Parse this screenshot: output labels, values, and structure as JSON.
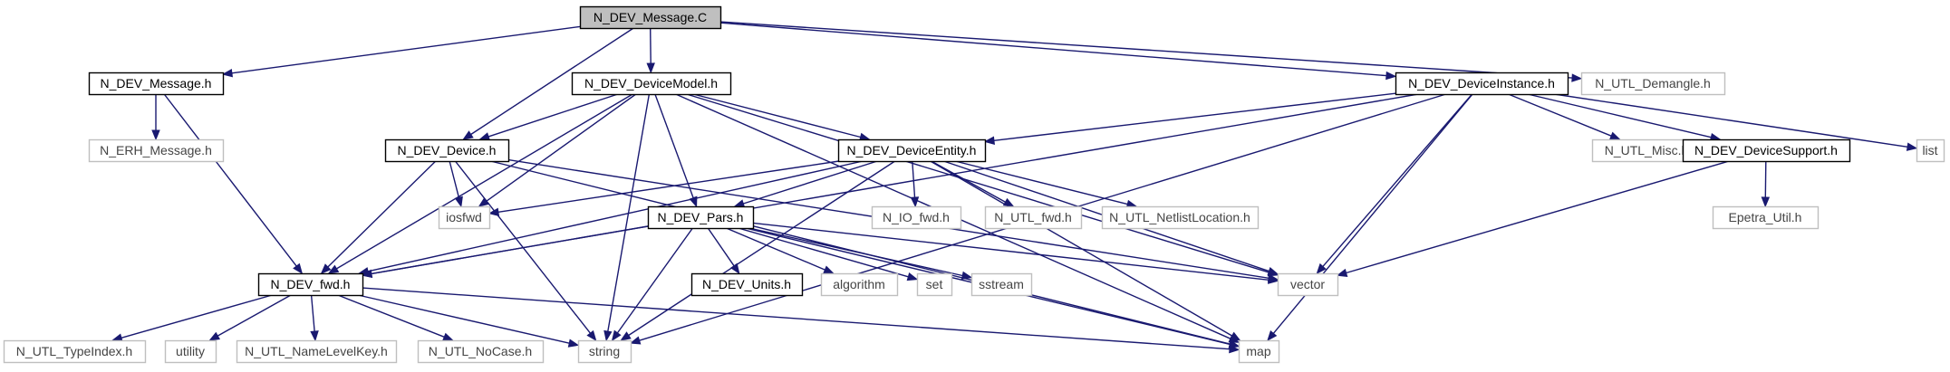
{
  "graph": {
    "nodes": [
      {
        "id": "N_DEV_Message_C",
        "label": "N_DEV_Message.C",
        "kind": "root"
      },
      {
        "id": "N_DEV_Message_h",
        "label": "N_DEV_Message.h",
        "kind": "doc"
      },
      {
        "id": "N_DEV_DeviceModel_h",
        "label": "N_DEV_DeviceModel.h",
        "kind": "doc"
      },
      {
        "id": "N_DEV_DeviceInstance_h",
        "label": "N_DEV_DeviceInstance.h",
        "kind": "doc"
      },
      {
        "id": "N_UTL_Demangle_h",
        "label": "N_UTL_Demangle.h",
        "kind": "sys"
      },
      {
        "id": "N_ERH_Message_h",
        "label": "N_ERH_Message.h",
        "kind": "sys"
      },
      {
        "id": "N_DEV_Device_h",
        "label": "N_DEV_Device.h",
        "kind": "doc"
      },
      {
        "id": "N_DEV_DeviceEntity_h",
        "label": "N_DEV_DeviceEntity.h",
        "kind": "doc"
      },
      {
        "id": "N_UTL_Misc_h",
        "label": "N_UTL_Misc.h",
        "kind": "sys"
      },
      {
        "id": "N_DEV_DeviceSupport_h",
        "label": "N_DEV_DeviceSupport.h",
        "kind": "doc"
      },
      {
        "id": "list",
        "label": "list",
        "kind": "sys"
      },
      {
        "id": "iosfwd",
        "label": "iosfwd",
        "kind": "sys"
      },
      {
        "id": "N_DEV_Pars_h",
        "label": "N_DEV_Pars.h",
        "kind": "doc"
      },
      {
        "id": "N_IO_fwd_h",
        "label": "N_IO_fwd.h",
        "kind": "sys"
      },
      {
        "id": "N_UTL_fwd_h",
        "label": "N_UTL_fwd.h",
        "kind": "sys"
      },
      {
        "id": "N_UTL_NetlistLocation_h",
        "label": "N_UTL_NetlistLocation.h",
        "kind": "sys"
      },
      {
        "id": "Epetra_Util_h",
        "label": "Epetra_Util.h",
        "kind": "sys"
      },
      {
        "id": "N_DEV_fwd_h",
        "label": "N_DEV_fwd.h",
        "kind": "doc"
      },
      {
        "id": "N_DEV_Units_h",
        "label": "N_DEV_Units.h",
        "kind": "doc"
      },
      {
        "id": "algorithm",
        "label": "algorithm",
        "kind": "sys"
      },
      {
        "id": "set",
        "label": "set",
        "kind": "sys"
      },
      {
        "id": "sstream",
        "label": "sstream",
        "kind": "sys"
      },
      {
        "id": "vector",
        "label": "vector",
        "kind": "sys"
      },
      {
        "id": "N_UTL_TypeIndex_h",
        "label": "N_UTL_TypeIndex.h",
        "kind": "sys"
      },
      {
        "id": "utility",
        "label": "utility",
        "kind": "sys"
      },
      {
        "id": "N_UTL_NameLevelKey_h",
        "label": "N_UTL_NameLevelKey.h",
        "kind": "sys"
      },
      {
        "id": "N_UTL_NoCase_h",
        "label": "N_UTL_NoCase.h",
        "kind": "sys"
      },
      {
        "id": "string",
        "label": "string",
        "kind": "sys"
      },
      {
        "id": "map",
        "label": "map",
        "kind": "sys"
      }
    ],
    "edges": [
      [
        "N_DEV_Message_C",
        "N_DEV_Message_h"
      ],
      [
        "N_DEV_Message_C",
        "N_DEV_DeviceModel_h"
      ],
      [
        "N_DEV_Message_C",
        "N_DEV_Device_h"
      ],
      [
        "N_DEV_Message_C",
        "N_DEV_DeviceInstance_h"
      ],
      [
        "N_DEV_Message_C",
        "N_UTL_Demangle_h"
      ],
      [
        "N_DEV_Message_h",
        "N_ERH_Message_h"
      ],
      [
        "N_DEV_Message_h",
        "N_DEV_fwd_h"
      ],
      [
        "N_DEV_DeviceModel_h",
        "N_DEV_Device_h"
      ],
      [
        "N_DEV_DeviceModel_h",
        "N_DEV_DeviceEntity_h"
      ],
      [
        "N_DEV_DeviceModel_h",
        "N_DEV_fwd_h"
      ],
      [
        "N_DEV_DeviceModel_h",
        "iosfwd"
      ],
      [
        "N_DEV_DeviceModel_h",
        "N_DEV_Pars_h"
      ],
      [
        "N_DEV_DeviceModel_h",
        "string"
      ],
      [
        "N_DEV_DeviceModel_h",
        "vector"
      ],
      [
        "N_DEV_DeviceModel_h",
        "map"
      ],
      [
        "N_DEV_DeviceInstance_h",
        "N_DEV_DeviceEntity_h"
      ],
      [
        "N_DEV_DeviceInstance_h",
        "N_DEV_fwd_h"
      ],
      [
        "N_DEV_DeviceInstance_h",
        "N_UTL_Misc_h"
      ],
      [
        "N_DEV_DeviceInstance_h",
        "N_DEV_DeviceSupport_h"
      ],
      [
        "N_DEV_DeviceInstance_h",
        "list"
      ],
      [
        "N_DEV_DeviceInstance_h",
        "vector"
      ],
      [
        "N_DEV_DeviceInstance_h",
        "string"
      ],
      [
        "N_DEV_DeviceInstance_h",
        "map"
      ],
      [
        "N_DEV_Device_h",
        "iosfwd"
      ],
      [
        "N_DEV_Device_h",
        "N_DEV_fwd_h"
      ],
      [
        "N_DEV_Device_h",
        "string"
      ],
      [
        "N_DEV_Device_h",
        "vector"
      ],
      [
        "N_DEV_Device_h",
        "map"
      ],
      [
        "N_DEV_DeviceEntity_h",
        "iosfwd"
      ],
      [
        "N_DEV_DeviceEntity_h",
        "N_DEV_fwd_h"
      ],
      [
        "N_DEV_DeviceEntity_h",
        "N_DEV_Pars_h"
      ],
      [
        "N_DEV_DeviceEntity_h",
        "N_IO_fwd_h"
      ],
      [
        "N_DEV_DeviceEntity_h",
        "N_UTL_fwd_h"
      ],
      [
        "N_DEV_DeviceEntity_h",
        "N_UTL_NetlistLocation_h"
      ],
      [
        "N_DEV_DeviceEntity_h",
        "vector"
      ],
      [
        "N_DEV_DeviceEntity_h",
        "string"
      ],
      [
        "N_DEV_DeviceEntity_h",
        "map"
      ],
      [
        "N_DEV_DeviceSupport_h",
        "Epetra_Util_h"
      ],
      [
        "N_DEV_DeviceSupport_h",
        "vector"
      ],
      [
        "N_DEV_Pars_h",
        "N_DEV_fwd_h"
      ],
      [
        "N_DEV_Pars_h",
        "N_DEV_Units_h"
      ],
      [
        "N_DEV_Pars_h",
        "algorithm"
      ],
      [
        "N_DEV_Pars_h",
        "set"
      ],
      [
        "N_DEV_Pars_h",
        "sstream"
      ],
      [
        "N_DEV_Pars_h",
        "vector"
      ],
      [
        "N_DEV_Pars_h",
        "string"
      ],
      [
        "N_DEV_Pars_h",
        "map"
      ],
      [
        "N_DEV_fwd_h",
        "N_UTL_TypeIndex_h"
      ],
      [
        "N_DEV_fwd_h",
        "utility"
      ],
      [
        "N_DEV_fwd_h",
        "N_UTL_NameLevelKey_h"
      ],
      [
        "N_DEV_fwd_h",
        "N_UTL_NoCase_h"
      ],
      [
        "N_DEV_fwd_h",
        "string"
      ],
      [
        "N_DEV_fwd_h",
        "map"
      ]
    ]
  }
}
